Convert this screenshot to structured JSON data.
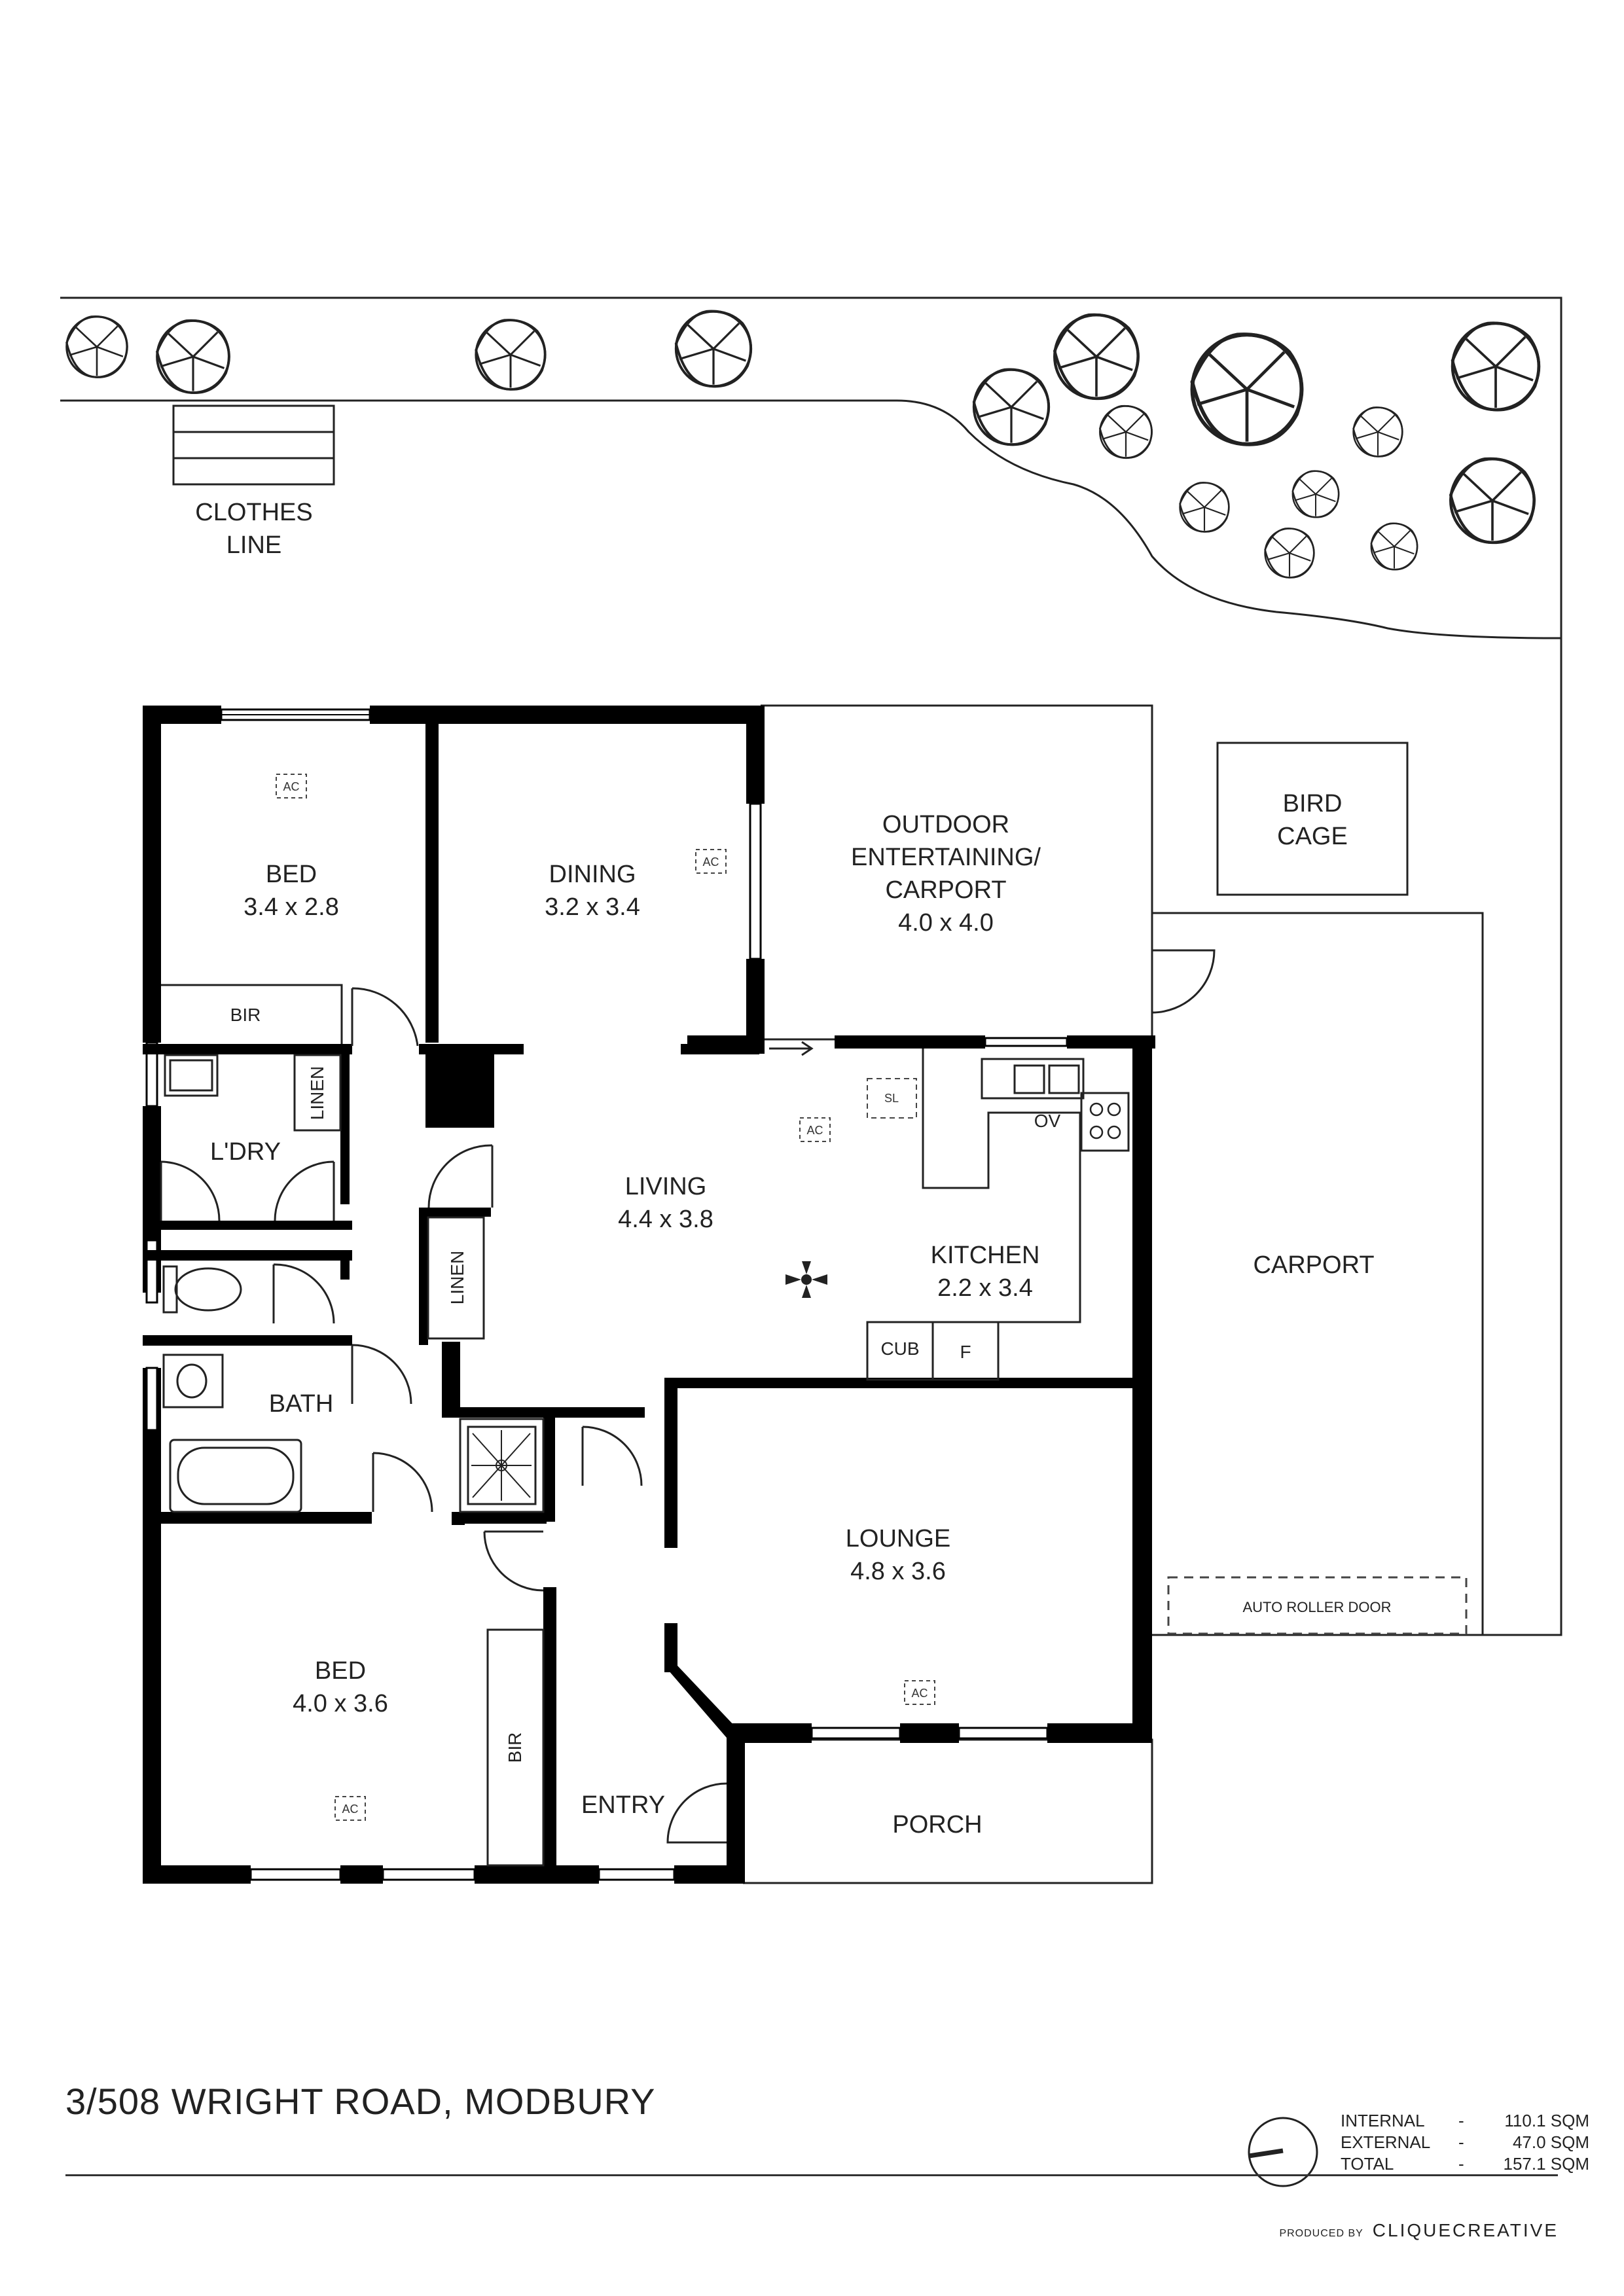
{
  "address": "3/508 WRIGHT ROAD, MODBURY",
  "rooms": {
    "bed1": {
      "name": "BED",
      "dims": "3.4 x 2.8"
    },
    "dining": {
      "name": "DINING",
      "dims": "3.2 x 3.4"
    },
    "outdoor": {
      "line1": "OUTDOOR",
      "line2": "ENTERTAINING/",
      "line3": "CARPORT",
      "dims": "4.0 x 4.0"
    },
    "living": {
      "name": "LIVING",
      "dims": "4.4 x 3.8"
    },
    "kitchen": {
      "name": "KITCHEN",
      "dims": "2.2 x 3.4"
    },
    "lounge": {
      "name": "LOUNGE",
      "dims": "4.8 x 3.6"
    },
    "bed2": {
      "name": "BED",
      "dims": "4.0 x 3.6"
    },
    "laundry": "L'DRY",
    "bath": "BATH",
    "entry": "ENTRY",
    "porch": "PORCH",
    "carport": "CARPORT"
  },
  "fixtures": {
    "bir": "BIR",
    "linen": "LINEN",
    "ac": "AC",
    "sl": "SL",
    "ov": "OV",
    "cub": "CUB",
    "fridge": "F",
    "clothes_line_1": "CLOTHES",
    "clothes_line_2": "LINE",
    "bird_cage_1": "BIRD",
    "bird_cage_2": "CAGE",
    "roller_door": "AUTO ROLLER DOOR"
  },
  "areas": [
    {
      "label": "INTERNAL",
      "dash": "-",
      "value": "110.1 SQM"
    },
    {
      "label": "EXTERNAL",
      "dash": "-",
      "value": "47.0 SQM"
    },
    {
      "label": "TOTAL",
      "dash": "-",
      "value": "157.1 SQM"
    }
  ],
  "credit": {
    "prefix": "PRODUCED BY",
    "brand1": "CLIQUE",
    "brand2": "CREATIVE"
  }
}
